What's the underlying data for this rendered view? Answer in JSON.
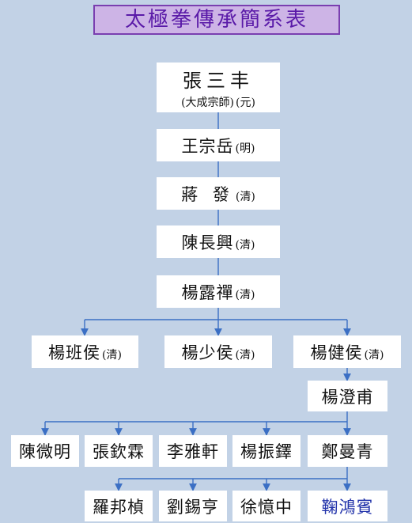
{
  "title": "太極拳傳承簡系表",
  "lineage": {
    "zhang": {
      "name": "張三丰",
      "note": "(大成宗師)",
      "era": "(元)"
    },
    "wang": {
      "name": "王宗岳",
      "era": "(明)"
    },
    "jiang": {
      "name": "蔣 發",
      "era": "(清)"
    },
    "chen": {
      "name": "陳長興",
      "era": "(清)"
    },
    "yang_luchan": {
      "name": "楊露禪",
      "era": "(清)"
    },
    "yang_banhou": {
      "name": "楊班侯",
      "era": "(清)"
    },
    "yang_shaohou": {
      "name": "楊少侯",
      "era": "(清)"
    },
    "yang_jianhou": {
      "name": "楊健侯",
      "era": "(清)"
    },
    "yang_chengfu": {
      "name": "楊澄甫"
    },
    "gen5": [
      "陳微明",
      "張欽霖",
      "李雅軒",
      "楊振鐸",
      "鄭曼青"
    ],
    "gen6": [
      "羅邦楨",
      "劉錫亨",
      "徐憶中",
      "鞠鴻賓"
    ]
  },
  "colors": {
    "background": "#c2d2e6",
    "connector": "#3b6fc4",
    "title_border": "#7a3fb0",
    "title_text": "#5a1aa8",
    "highlight_text": "#2233aa"
  }
}
